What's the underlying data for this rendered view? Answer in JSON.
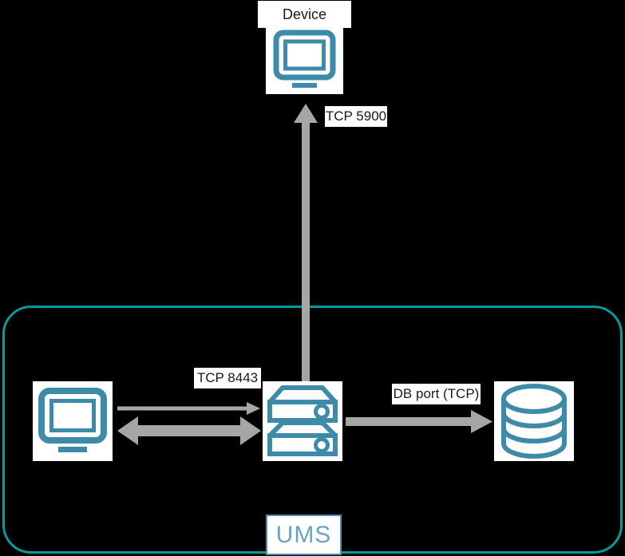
{
  "diagram": {
    "type": "network-architecture-diagram",
    "background_color": "#000000",
    "accent_teal": "#069a9a",
    "icon_teal": "#3d8ba8",
    "arrow_gray": "#a6a6a6",
    "label_text_color": "#1a1a1a",
    "boundary": {
      "name": "UMS",
      "badge_label": "UMS",
      "badge_border_color": "#4d8eaa",
      "badge_text_color": "#6ba4be"
    },
    "nodes": [
      {
        "id": "device",
        "label": "Device",
        "icon": "monitor-icon",
        "inside_boundary": false
      },
      {
        "id": "client",
        "label": "",
        "icon": "monitor-icon",
        "inside_boundary": true
      },
      {
        "id": "ums-server",
        "label": "",
        "icon": "server-icon",
        "inside_boundary": true
      },
      {
        "id": "database",
        "label": "",
        "icon": "database-icon",
        "inside_boundary": true
      }
    ],
    "connections": [
      {
        "id": "ums-to-device",
        "from": "ums-server",
        "to": "device",
        "label": "TCP 5900",
        "direction": "one-way",
        "orientation": "vertical",
        "style": "thick-arrow",
        "color": "#a6a6a6"
      },
      {
        "id": "client-to-ums-thin",
        "from": "client",
        "to": "ums-server",
        "label": "TCP 8443",
        "direction": "one-way",
        "orientation": "horizontal",
        "style": "thin-arrow",
        "color": "#a6a6a6"
      },
      {
        "id": "client-to-ums-thick",
        "from": "client",
        "to": "ums-server",
        "label": "",
        "direction": "two-way",
        "orientation": "horizontal",
        "style": "thick-double-arrow",
        "color": "#a6a6a6"
      },
      {
        "id": "ums-to-db",
        "from": "ums-server",
        "to": "database",
        "label": "DB port (TCP)",
        "direction": "one-way",
        "orientation": "horizontal",
        "style": "thick-arrow",
        "color": "#a6a6a6"
      }
    ],
    "labels": {
      "device": "Device",
      "tcp_5900": "TCP 5900",
      "tcp_8443": "TCP 8443",
      "db_port": "DB port (TCP)",
      "ums": "UMS"
    }
  }
}
